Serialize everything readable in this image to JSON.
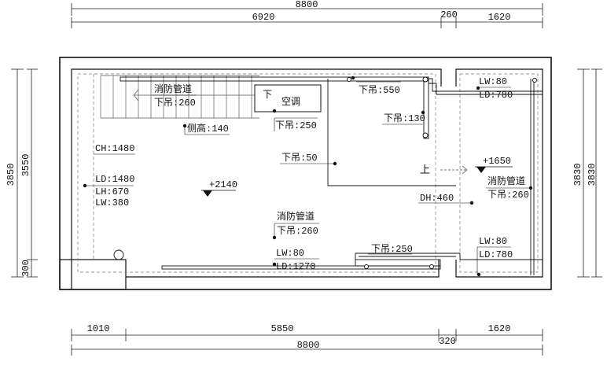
{
  "dims": {
    "top_total": "8800",
    "top_a": "6920",
    "top_b": "260",
    "top_c": "1620",
    "bottom_a": "1010",
    "bottom_b": "5850",
    "bottom_c": "1620",
    "bottom_total": "8800",
    "bottom_d": "320",
    "left_outer": "3850",
    "left_inner": "3550",
    "left_small": "300",
    "right_outer": "3830",
    "right_inner": "3830"
  },
  "labels": {
    "fire_pipe_1": "消防管道",
    "fire_pipe_1_drop": "下吊:260",
    "side_height": "侧高:140",
    "ac_down": "下",
    "ac_label": "空调",
    "ac_drop": "下吊:250",
    "drop_550": "下吊:550",
    "drop_130": "下吊:130",
    "drop_50": "下吊:50",
    "ch": "CH:1480",
    "ld_left": "LD:1480",
    "lh_left": "LH:670",
    "lw_left": "LW:380",
    "level_main": "+2140",
    "level_right": "+1650",
    "stair_up": "上",
    "fire_pipe_right": "消防管道",
    "fire_pipe_right_drop": "下吊:260",
    "dh": "DH:460",
    "lw_top_right": "LW:80",
    "ld_top_right": "LD:780",
    "fire_pipe_2": "消防管道",
    "fire_pipe_2_drop": "下吊:260",
    "lw_bottom": "LW:80",
    "ld_bottom": "LD:1270",
    "drop_250_b": "下吊:250",
    "lw_bottom_right": "LW:80",
    "ld_bottom_right": "LD:780"
  }
}
